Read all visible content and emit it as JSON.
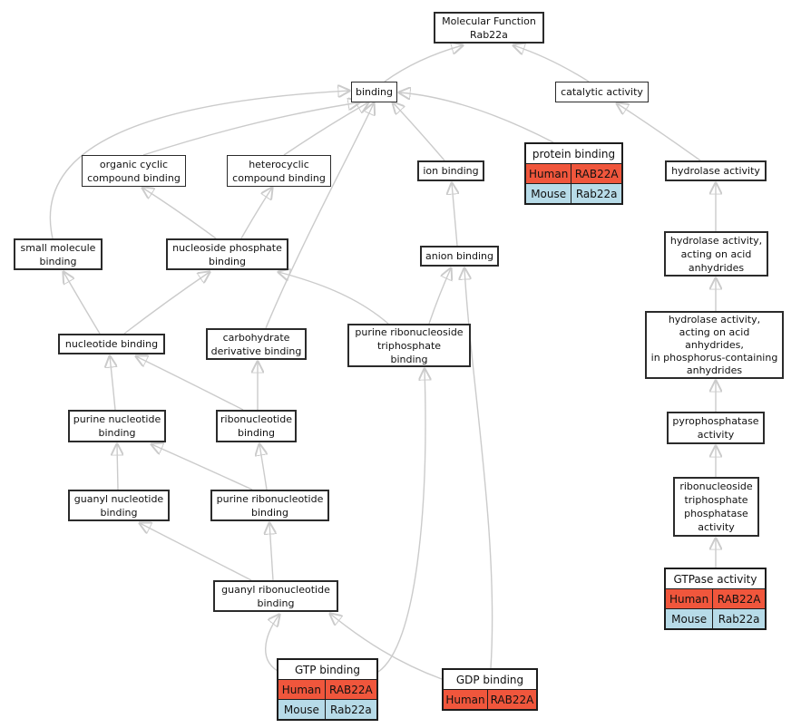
{
  "title": "Molecular Function Rab22a",
  "colors": {
    "human_fill": "#f0563c",
    "mouse_fill": "#b7dbe8",
    "node_background": "#ffffff",
    "node_border": "#2b2b2b",
    "edge": "#cbcbcb",
    "arrowhead": "#b3b3b3"
  },
  "nodes": {
    "molecular_function": {
      "label": "Molecular Function\nRab22a"
    },
    "binding": {
      "label": "binding"
    },
    "catalytic_activity": {
      "label": "catalytic activity"
    },
    "organic_cyclic": {
      "label": "organic cyclic\ncompound binding"
    },
    "heterocyclic": {
      "label": "heterocyclic\ncompound binding"
    },
    "ion_binding": {
      "label": "ion binding"
    },
    "hydrolase_activity": {
      "label": "hydrolase activity"
    },
    "small_molecule": {
      "label": "small molecule\nbinding"
    },
    "nucleoside_phosphate": {
      "label": "nucleoside phosphate\nbinding"
    },
    "anion_binding": {
      "label": "anion binding"
    },
    "hydrolase_anhydrides": {
      "label": "hydrolase activity,\nacting on acid\nanhydrides"
    },
    "nucleotide_binding": {
      "label": "nucleotide binding"
    },
    "carbohydrate_derivative": {
      "label": "carbohydrate\nderivative binding"
    },
    "purine_ribonucleoside_triphosphate": {
      "label": "purine ribonucleoside\ntriphosphate\nbinding"
    },
    "hydrolase_phosphorus": {
      "label": "hydrolase activity,\nacting on acid\nanhydrides,\nin phosphorus-containing\nanhydrides"
    },
    "purine_nucleotide": {
      "label": "purine nucleotide\nbinding"
    },
    "ribonucleotide": {
      "label": "ribonucleotide\nbinding"
    },
    "pyrophosphatase": {
      "label": "pyrophosphatase\nactivity"
    },
    "guanyl_nucleotide": {
      "label": "guanyl nucleotide\nbinding"
    },
    "purine_ribonucleotide": {
      "label": "purine ribonucleotide\nbinding"
    },
    "ribonucleoside_triphosphate_phosphatase": {
      "label": "ribonucleoside\ntriphosphate\nphosphatase\nactivity"
    },
    "guanyl_ribonucleotide": {
      "label": "guanyl ribonucleotide\nbinding"
    }
  },
  "tables": {
    "protein_binding": {
      "title": "protein binding",
      "rows": [
        {
          "species": "Human",
          "gene": "RAB22A"
        },
        {
          "species": "Mouse",
          "gene": "Rab22a"
        }
      ]
    },
    "gtpase_activity": {
      "title": "GTPase activity",
      "rows": [
        {
          "species": "Human",
          "gene": "RAB22A"
        },
        {
          "species": "Mouse",
          "gene": "Rab22a"
        }
      ]
    },
    "gtp_binding": {
      "title": "GTP binding",
      "rows": [
        {
          "species": "Human",
          "gene": "RAB22A"
        },
        {
          "species": "Mouse",
          "gene": "Rab22a"
        }
      ]
    },
    "gdp_binding": {
      "title": "GDP binding",
      "rows": [
        {
          "species": "Human",
          "gene": "RAB22A"
        }
      ]
    }
  },
  "edges": [
    {
      "from": "binding",
      "to": "molecular_function"
    },
    {
      "from": "catalytic_activity",
      "to": "molecular_function"
    },
    {
      "from": "organic_cyclic",
      "to": "binding"
    },
    {
      "from": "heterocyclic",
      "to": "binding"
    },
    {
      "from": "ion_binding",
      "to": "binding"
    },
    {
      "from": "protein_binding",
      "to": "binding"
    },
    {
      "from": "small_molecule",
      "to": "binding"
    },
    {
      "from": "carbohydrate_derivative",
      "to": "binding"
    },
    {
      "from": "hydrolase_activity",
      "to": "catalytic_activity"
    },
    {
      "from": "nucleoside_phosphate",
      "to": "organic_cyclic"
    },
    {
      "from": "nucleoside_phosphate",
      "to": "heterocyclic"
    },
    {
      "from": "anion_binding",
      "to": "ion_binding"
    },
    {
      "from": "hydrolase_anhydrides",
      "to": "hydrolase_activity"
    },
    {
      "from": "nucleotide_binding",
      "to": "small_molecule"
    },
    {
      "from": "nucleotide_binding",
      "to": "nucleoside_phosphate"
    },
    {
      "from": "purine_ribonucleoside_triphosphate",
      "to": "nucleoside_phosphate"
    },
    {
      "from": "purine_ribonucleoside_triphosphate",
      "to": "anion_binding"
    },
    {
      "from": "hydrolase_phosphorus",
      "to": "hydrolase_anhydrides"
    },
    {
      "from": "purine_nucleotide",
      "to": "nucleotide_binding"
    },
    {
      "from": "ribonucleotide",
      "to": "nucleotide_binding"
    },
    {
      "from": "ribonucleotide",
      "to": "carbohydrate_derivative"
    },
    {
      "from": "pyrophosphatase",
      "to": "hydrolase_phosphorus"
    },
    {
      "from": "guanyl_nucleotide",
      "to": "purine_nucleotide"
    },
    {
      "from": "purine_ribonucleotide",
      "to": "purine_nucleotide"
    },
    {
      "from": "purine_ribonucleotide",
      "to": "ribonucleotide"
    },
    {
      "from": "ribonucleoside_triphosphate_phosphatase",
      "to": "pyrophosphatase"
    },
    {
      "from": "guanyl_ribonucleotide",
      "to": "guanyl_nucleotide"
    },
    {
      "from": "guanyl_ribonucleotide",
      "to": "purine_ribonucleotide"
    },
    {
      "from": "gtpase_activity",
      "to": "ribonucleoside_triphosphate_phosphatase"
    },
    {
      "from": "gtp_binding",
      "to": "guanyl_ribonucleotide"
    },
    {
      "from": "gtp_binding",
      "to": "purine_ribonucleoside_triphosphate"
    },
    {
      "from": "gdp_binding",
      "to": "guanyl_ribonucleotide"
    },
    {
      "from": "gdp_binding",
      "to": "anion_binding"
    }
  ]
}
